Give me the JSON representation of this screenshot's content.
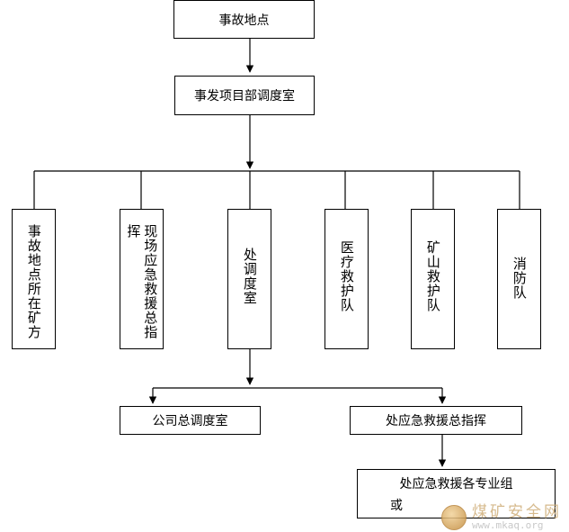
{
  "top_box": "事故地点",
  "dispatch_box": "事发项目部调度室",
  "level2": [
    "事故地点所在矿方",
    "现场应急救援总指挥",
    "处调度室",
    "医疗救护队",
    "矿山救护队",
    "消防队"
  ],
  "level3_left": "公司总调度室",
  "level3_right": "处应急救援总指挥",
  "level4_line1": "处应急救援各专业组",
  "level4_line2": "或",
  "watermark": {
    "name": "煤矿安全网",
    "url": "www.mkaq.org"
  }
}
